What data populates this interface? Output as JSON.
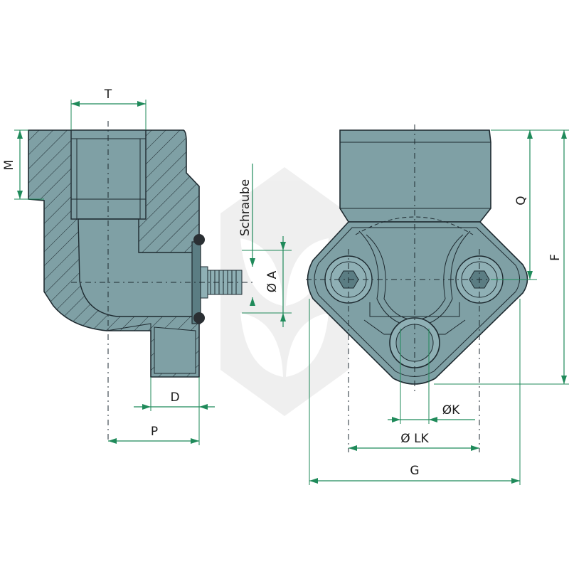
{
  "labels": {
    "T": "T",
    "M": "M",
    "schraube": "Schraube",
    "A": "Ø A",
    "D": "D",
    "P": "P",
    "Q": "Q",
    "F": "F",
    "K": "ØK",
    "LK": "Ø LK",
    "G": "G"
  },
  "colors": {
    "dimension_line": "#1f8a5a",
    "body": "#7fa0a5",
    "outline": "#1e2a30",
    "watermark": "#e5e5e5"
  },
  "icons": {
    "watermark": "plant-leaf-logo-watermark"
  }
}
